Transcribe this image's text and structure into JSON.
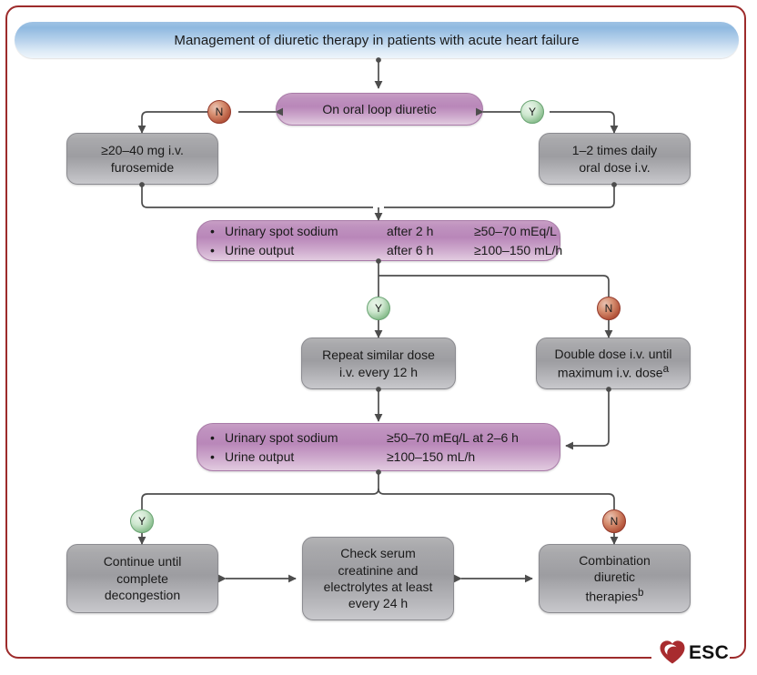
{
  "title": {
    "text": "Management of diuretic therapy in patients with acute heart failure"
  },
  "nodes": {
    "on_oral_loop": "On oral loop diuretic",
    "furosemide": "≥20–40 mg i.v.\nfurosemide",
    "furosemide_l1": "≥20–40 mg i.v.",
    "furosemide_l2": "furosemide",
    "oral_dose_l1": "1–2 times daily",
    "oral_dose_l2": "oral dose i.v.",
    "repeat_dose_l1": "Repeat similar dose",
    "repeat_dose_l2": "i.v. every 12 h",
    "double_dose_l1": "Double dose i.v. until",
    "double_dose_l2": "maximum i.v. dose",
    "double_dose_sup": "a",
    "continue_l1": "Continue until",
    "continue_l2": "complete",
    "continue_l3": "decongestion",
    "check_l1": "Check serum",
    "check_l2": "creatinine and",
    "check_l3": "electrolytes at least",
    "check_l4": "every 24 h",
    "combination_l1": "Combination",
    "combination_l2": "diuretic",
    "combination_l3": "therapies",
    "combination_sup": "b"
  },
  "criteria_box_1": {
    "bullet": "•",
    "row1": {
      "label": "Urinary spot sodium",
      "time": "after 2 h",
      "value": "≥50–70 mEq/L"
    },
    "row2": {
      "label": "Urine output",
      "time": "after 6 h",
      "value": "≥100–150 mL/h"
    }
  },
  "criteria_box_2": {
    "bullet": "•",
    "row1": {
      "label": "Urinary spot sodium",
      "value": "≥50–70 mEq/L at 2–6 h"
    },
    "row2": {
      "label": "Urine output",
      "value": "≥100–150 mL/h"
    }
  },
  "badges": {
    "no": "N",
    "yes": "Y"
  },
  "logo": {
    "text": "ESC",
    "icon": "heart-icon"
  },
  "colors": {
    "frame": "#9d2b2b",
    "title_banner": "#8fb9e0",
    "purple_node": "#b987b9",
    "grey_node": "#9d9da1",
    "badge_yes": "#8fc193",
    "badge_no": "#b5563c",
    "connector": "#4d4d4d",
    "logo_red": "#a82b2e"
  }
}
